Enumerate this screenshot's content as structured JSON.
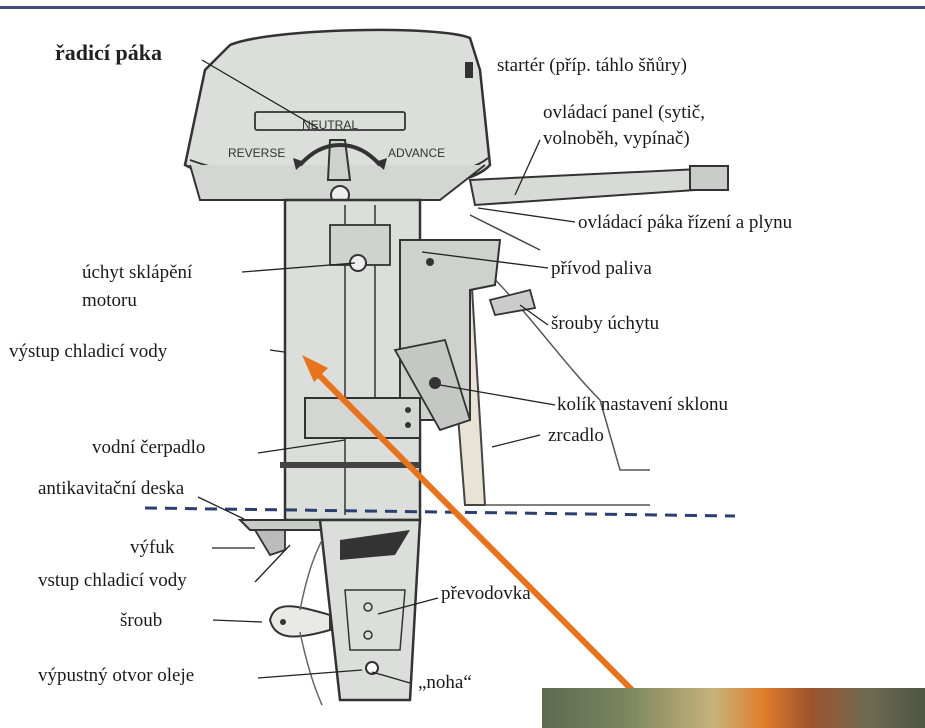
{
  "labels": {
    "shift_lever": "řadicí páka",
    "starter": "startér (příp. táhlo šňůry)",
    "control_panel": "ovládací panel (sytič,",
    "control_panel_cont": "volnoběh, vypínač)",
    "tiller": "ovládací páka řízení a plynu",
    "tilt_mount": "úchyt sklápění",
    "tilt_mount_cont": "motoru",
    "fuel_inlet": "přívod paliva",
    "clamp_screws": "šrouby úchytu",
    "water_outlet": "výstup chladicí vody",
    "tilt_pin": "kolík nastavení sklonu",
    "water_pump": "vodní čerpadlo",
    "transom": "zrcadlo",
    "anticav_plate": "antikavitační deska",
    "exhaust": "výfuk",
    "water_inlet": "vstup chladicí vody",
    "gearbox": "převodovka",
    "propeller": "šroub",
    "oil_drain": "výpustný otvor oleje",
    "leg": "„noha“"
  },
  "engine_markings": {
    "neutral": "NEUTRAL",
    "reverse": "REVERSE",
    "advance": "ADVANCE"
  },
  "colors": {
    "engine_fill": "#dcdedc",
    "outline": "#333333",
    "arrow": "#e8731e",
    "waterline": "#2c3e6e"
  }
}
